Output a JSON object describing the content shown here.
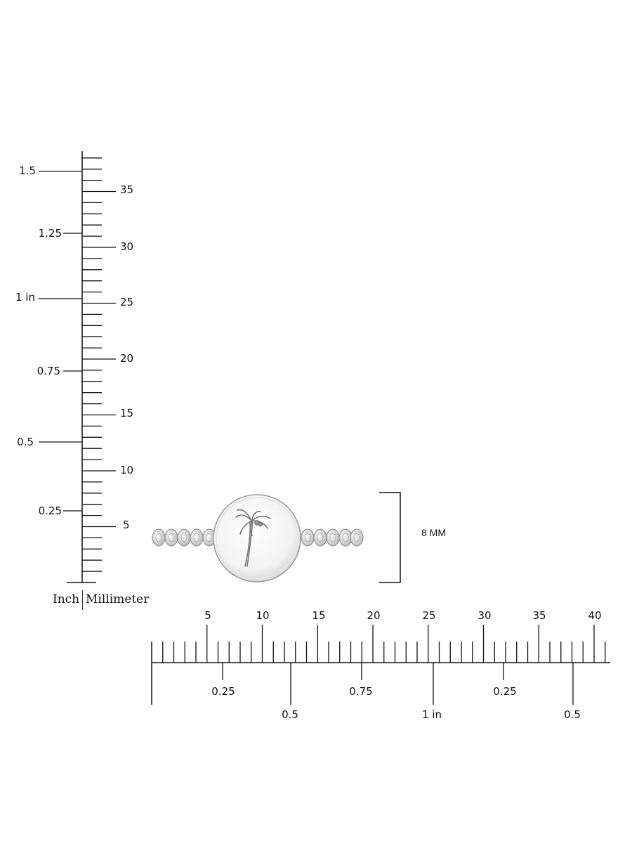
{
  "vertical_ruler": {
    "inch_labels": [
      "0.25",
      "0.5",
      "0.75",
      "1 in",
      "1.25",
      "1.5"
    ],
    "mm_labels": [
      "5",
      "10",
      "15",
      "20",
      "25",
      "30",
      "35"
    ],
    "axis_title_inch": "Inch",
    "axis_title_mm": "Millimeter"
  },
  "horizontal_ruler": {
    "mm_labels": [
      "5",
      "10",
      "15",
      "20",
      "25",
      "30",
      "35",
      "40"
    ],
    "inch_labels": [
      "0.25",
      "0.5",
      "0.75",
      "1 in",
      "0.25",
      "0.5"
    ]
  },
  "size_annotation": "8 MM",
  "product": {
    "motif": "palm-tree",
    "metal_color": "#d9d9d9"
  }
}
